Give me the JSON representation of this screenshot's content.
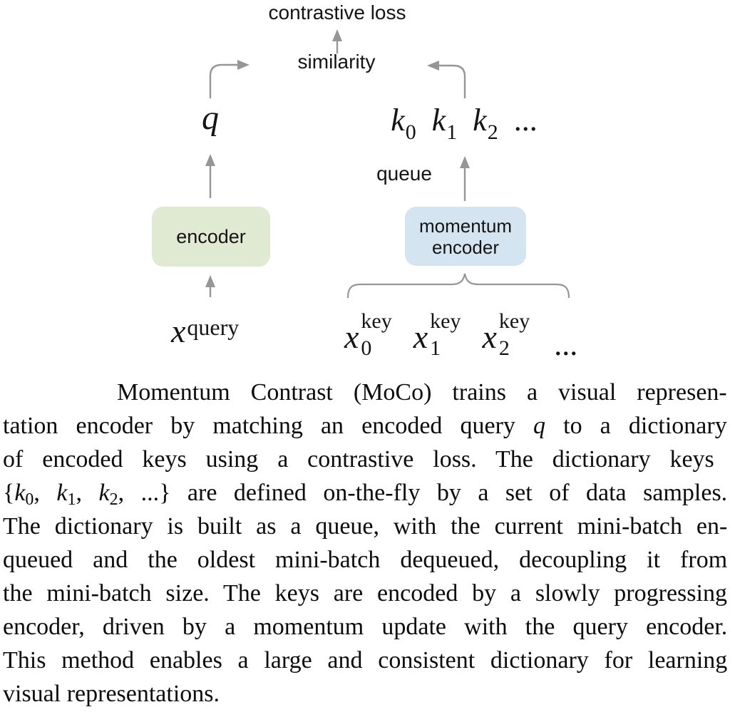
{
  "diagram": {
    "labels": {
      "contrastive_loss": "contrastive loss",
      "similarity": "similarity",
      "queue": "queue",
      "encoder": "encoder",
      "momentum_encoder_line1": "momentum",
      "momentum_encoder_line2": "encoder"
    },
    "q": "q",
    "keys": [
      {
        "base": "k",
        "sub": "0"
      },
      {
        "base": "k",
        "sub": "1"
      },
      {
        "base": "k",
        "sub": "2"
      }
    ],
    "keys_ellipsis": "...",
    "x_query": {
      "base": "x",
      "sup": "query"
    },
    "x_keys": [
      {
        "base": "x",
        "sub": "0",
        "sup": "key"
      },
      {
        "base": "x",
        "sub": "1",
        "sup": "key"
      },
      {
        "base": "x",
        "sub": "2",
        "sup": "key"
      }
    ],
    "x_keys_ellipsis": "...",
    "colors": {
      "encoder_box": "#e0e9d2",
      "momentum_box": "#d5e4f1",
      "arrow": "#969696",
      "text": "#141414"
    }
  },
  "caption": {
    "lines": [
      [
        {
          "t": "Momentum Contrast (MoCo) trains a visual represen-"
        }
      ],
      [
        {
          "t": "tation encoder by matching an encoded query "
        },
        {
          "t": "q",
          "it": true
        },
        {
          "t": " to a dictionary"
        }
      ],
      [
        {
          "t": "of encoded keys using a contrastive loss.  The dictionary keys"
        }
      ],
      [
        {
          "t": "{"
        },
        {
          "t": "k",
          "it": true
        },
        {
          "t": "0",
          "sub": true
        },
        {
          "t": ", "
        },
        {
          "t": "k",
          "it": true
        },
        {
          "t": "1",
          "sub": true
        },
        {
          "t": ", "
        },
        {
          "t": "k",
          "it": true
        },
        {
          "t": "2",
          "sub": true
        },
        {
          "t": ", ...} are defined on-the-fly by a set of data samples."
        }
      ],
      [
        {
          "t": "The dictionary is built as a queue, with the current mini-batch en-"
        }
      ],
      [
        {
          "t": "queued and the oldest mini-batch dequeued, decoupling it from"
        }
      ],
      [
        {
          "t": "the mini-batch size. The keys are encoded by a slowly progressing"
        }
      ],
      [
        {
          "t": "encoder, driven by a momentum update with the query encoder."
        }
      ],
      [
        {
          "t": "This method enables a large and consistent dictionary for learning"
        }
      ],
      [
        {
          "t": "visual representations."
        }
      ]
    ]
  }
}
